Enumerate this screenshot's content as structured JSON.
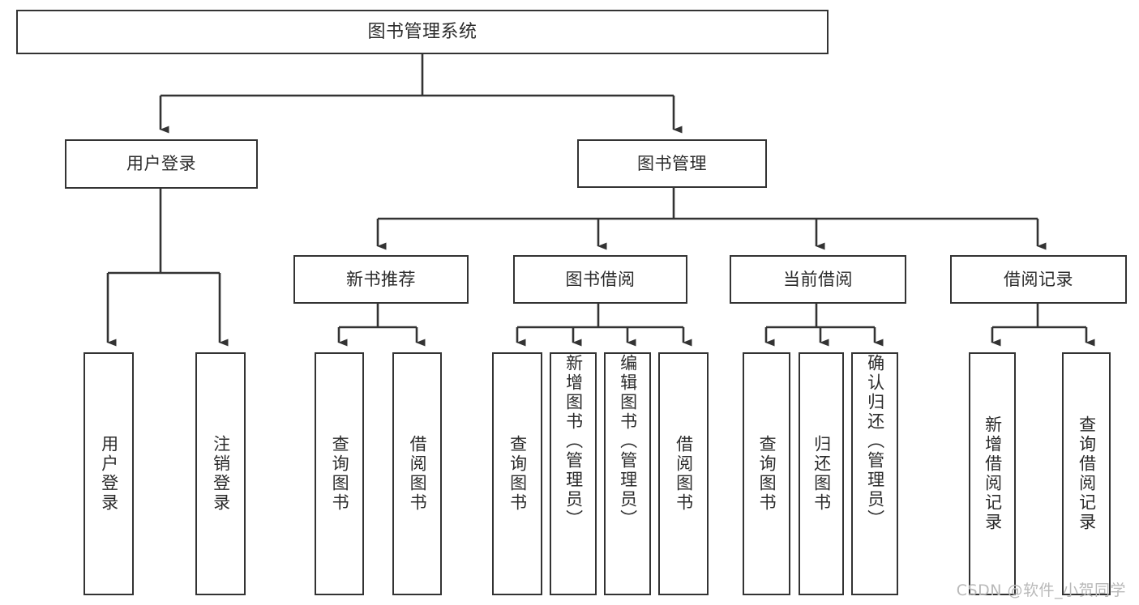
{
  "diagram": {
    "type": "tree-hierarchy-chart",
    "title": "图书管理系统",
    "background_color": "#ffffff",
    "box_border_color": "#333333",
    "text_color": "#2b2b2b",
    "connector_color": "#333333"
  },
  "root": {
    "label": "图书管理系统"
  },
  "level2": {
    "user_login": {
      "label": "用户登录"
    },
    "book_manage": {
      "label": "图书管理"
    }
  },
  "level3": {
    "new_book_recommend": {
      "label": "新书推荐"
    },
    "book_borrow": {
      "label": "图书借阅"
    },
    "current_borrow": {
      "label": "当前借阅"
    },
    "borrow_record": {
      "label": "借阅记录"
    }
  },
  "leaves": {
    "user_login_children": [
      {
        "label": "用户登录"
      },
      {
        "label": "注销登录"
      }
    ],
    "new_book_recommend_children": [
      {
        "label": "查询图书"
      },
      {
        "label": "借阅图书"
      }
    ],
    "book_borrow_children": [
      {
        "label": "查询图书"
      },
      {
        "label": "新增图书（管理员）"
      },
      {
        "label": "编辑图书（管理员）"
      },
      {
        "label": "借阅图书"
      }
    ],
    "current_borrow_children": [
      {
        "label": "查询图书"
      },
      {
        "label": "归还图书"
      },
      {
        "label": "确认归还（管理员）"
      }
    ],
    "borrow_record_children": [
      {
        "label": "新增借阅记录"
      },
      {
        "label": "查询借阅记录"
      }
    ]
  },
  "watermark": {
    "text": "CSDN @软件_小贺同学"
  }
}
